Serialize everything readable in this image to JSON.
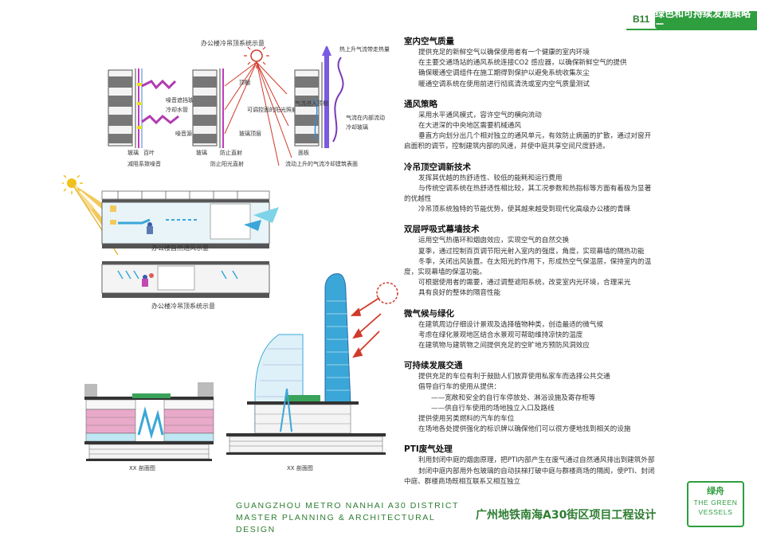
{
  "header": {
    "page_code": "B11",
    "section_tag": "绿色和可持续发展策略二"
  },
  "figures": {
    "top_title": "办公楼冷吊顶系统示意",
    "top_captions": [
      "减阻系致噪音",
      "防止阳光直射",
      "流动上升的气流冷却建筑表面"
    ],
    "top_labels": [
      "噪音遮挡玻璃",
      "冷却水管",
      "面板",
      "玻璃",
      "百叶",
      "玻璃",
      "顶棚",
      "防止直射",
      "气流进入顶棚",
      "可调控面的阳光照射",
      "玻璃顶层",
      "热上升气流带走热量",
      "气流在内部流动",
      "冷却玻璃",
      "噪音源"
    ],
    "mid_caption_1": "办公楼自然通风示意",
    "mid_caption_2": "办公楼冷吊顶系统示意",
    "bottom_captions": [
      "XX 剖面图",
      "XX 剖面图"
    ]
  },
  "sections": [
    {
      "title": "室内空气质量",
      "lines": [
        {
          "indent": 1,
          "text": "提供充足的新鲜空气以确保使用者有一个健康的室内环境"
        },
        {
          "indent": 1,
          "text": "在主要交通场站的通风系统连接CO2 感应器，以确保新鲜空气的提供"
        },
        {
          "indent": 1,
          "text": "确保暖通空调组件在施工期得到保护以避免系统收集灰尘"
        },
        {
          "indent": 1,
          "text": "暖通空调系统在使用前进行彻底清洗或室内空气质量测试"
        }
      ]
    },
    {
      "title": "通风策略",
      "lines": [
        {
          "indent": 1,
          "text": "采用水平通风模式，容许空气的横向流动"
        },
        {
          "indent": 1,
          "text": "在大进深的中央地区需要机械通风"
        },
        {
          "indent": 1,
          "text": "垂直方向划分出几个相对独立的通风单元，有效防止病菌的扩散，通过对窗开"
        },
        {
          "indent": 0,
          "text": "启面积的调节，控制建筑内部的风速，并使中庭共享空间尺度舒适。"
        }
      ]
    },
    {
      "title": "冷吊顶空调新技术",
      "lines": [
        {
          "indent": 1,
          "text": "发挥其优越的热舒适性、较低的能耗和运行费用"
        },
        {
          "indent": 1,
          "text": "与传统空调系统在热舒适性相比较，其工况参数和热指标等方面有着极为显著"
        },
        {
          "indent": 0,
          "text": "的优越性"
        },
        {
          "indent": 1,
          "text": "冷吊顶系统独特的节能优势，使其越来越受到现代化高级办公楼的青睐"
        }
      ]
    },
    {
      "title": "双层呼吸式幕墙技术",
      "lines": [
        {
          "indent": 1,
          "text": "运用空气热循环和烟囱效应，实现空气的自然交换"
        },
        {
          "indent": 1,
          "text": "夏季，通过控制百页调节阳光射入室内的强度，角度，实现幕墙的隔热功能"
        },
        {
          "indent": 1,
          "text": "冬季，关闭出风装置。在太阳光的作用下，形成热空气保温层，保持室内的温"
        },
        {
          "indent": 0,
          "text": "度，实现幕墙的保温功能。"
        },
        {
          "indent": 1,
          "text": "可根据使用者的需要，通过调整遮阳系统，改变室内光环境，合理采光"
        },
        {
          "indent": 1,
          "text": "具有良好的整体的隔音性能"
        }
      ]
    },
    {
      "title": "微气候与绿化",
      "lines": [
        {
          "indent": 1,
          "text": "在建筑周边仔细设计景观及选择植物种类，创造最适的微气候"
        },
        {
          "indent": 1,
          "text": "考虑在绿化景观地区结合水景观可帮助维持凉快的温度"
        },
        {
          "indent": 1,
          "text": "在建筑物与建筑物之间提供充足的空旷地方预防风洞效应"
        }
      ]
    },
    {
      "title": "可持续发展交通",
      "lines": [
        {
          "indent": 1,
          "text": "提供充足的车位有利于鼓励人们放弃使用私家车而选择公共交通"
        },
        {
          "indent": 1,
          "text": "倡导自行车的使用从提供："
        },
        {
          "indent": 2,
          "text": "——宽敞和安全的自行车停放处、淋浴设施及寄存柜等"
        },
        {
          "indent": 2,
          "text": "——供自行车使用的场地独立入口及路线"
        },
        {
          "indent": 1,
          "text": "提供使用另类燃料的汽车的车位"
        },
        {
          "indent": 1,
          "text": "在场地各处提供强化的标识牌以确保他们可以很方便地找到相关的设施"
        }
      ]
    },
    {
      "title": "PTI废气处理",
      "lines": [
        {
          "indent": 1,
          "text": "利用封闭中庭的烟囱原理，把PTI内部产生在废气通过自然通风排出到建筑外部"
        },
        {
          "indent": 1,
          "text": "封闭中庭内部用外包玻璃的自动扶梯打破中庭与群楼商场的隔阂，使PTI、封闭"
        },
        {
          "indent": 0,
          "text": "中庭、群楼商场既相互联系又相互独立"
        }
      ]
    }
  ],
  "footer": {
    "en_line1": "GUANGZHOU METRO NANHAI A30 DISTRICT",
    "en_line2": "MASTER PLANNING & ARCHITECTURAL DESIGN",
    "cn_title": "广州地铁南海A30街区项目工程设计"
  },
  "badge": {
    "cn": "绿舟",
    "en_line1": "THE GREEN",
    "en_line2": "VESSELS"
  },
  "colors": {
    "brand_green": "#2e9e3e",
    "pink": "#e9a9c9",
    "cyan": "#7fd3e8",
    "sky_blue": "#3aa7d8",
    "arrow_red": "#d03a2a",
    "sun": "#f0c21a"
  }
}
